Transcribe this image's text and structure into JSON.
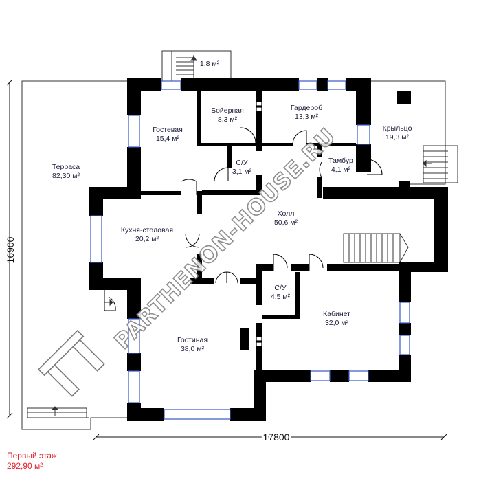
{
  "rooms": [
    {
      "name": "Терраса",
      "area": "82,30 м²"
    },
    {
      "name": "Гостевая",
      "area": "15,4 м²"
    },
    {
      "name": "Бойерная",
      "area": "8,3 м²"
    },
    {
      "name": "Гардероб",
      "area": "13,3 м²"
    },
    {
      "name": "Крыльцо",
      "area": "19,3 м²"
    },
    {
      "name": "С/У",
      "area": "3,1 м²"
    },
    {
      "name": "Тамбур",
      "area": "4,1 м²"
    },
    {
      "name": "Холл",
      "area": "50,6 м²"
    },
    {
      "name": "Кухня-столовая",
      "area": "20,2 м²"
    },
    {
      "name": "С/У",
      "area": "4,5 м²"
    },
    {
      "name": "Кабинет",
      "area": "32,0 м²"
    },
    {
      "name": "Гостиная",
      "area": "38,0 м²"
    }
  ],
  "stair_landing_area": "1,8 м²",
  "dimensions": {
    "height": "16900",
    "width": "17800"
  },
  "watermark": "PARTHENON-HOUSE.RU",
  "caption": {
    "floor": "Первый этаж",
    "total_area": "292,90 м²"
  },
  "colors": {
    "wall": "#000000",
    "window": "#3a57c9",
    "label": "#1a1a3a",
    "caption": "#e0202a"
  }
}
